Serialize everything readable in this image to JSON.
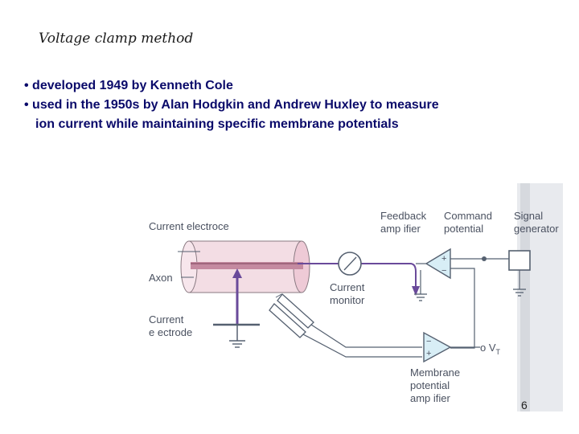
{
  "slide": {
    "title": "Voltage clamp method",
    "bullets": [
      "• developed 1949 by Kenneth Cole",
      "• used in the 1950s by Alan Hodgkin and  Andrew Huxley to measure",
      "ion current while maintaining specific membrane potentials"
    ],
    "page_number": "6"
  },
  "diagram": {
    "labels": {
      "current_electrode_top": "Current electroce",
      "axon": "Axon",
      "current_electrode_bottom_1": "Current",
      "current_electrode_bottom_2": "e ectrode",
      "current_monitor_1": "Current",
      "current_monitor_2": "monitor",
      "feedback_amplifier_1": "Feedback",
      "feedback_amplifier_2": "amp ifier",
      "command_potential_1": "Command",
      "command_potential_2": "potential",
      "signal_generator_1": "Signal",
      "signal_generator_2": "generator",
      "membrane_potential_amplifier_1": "Membrane",
      "membrane_potential_amplifier_2": "potential",
      "membrane_potential_amplifier_3": "amp ifier",
      "vt_output": "o V",
      "vt_subscript": "T",
      "amp_plus": "+",
      "amp_minus": "−"
    },
    "colors": {
      "wire": "#556070",
      "axon_fill": "#f0d4dc",
      "axon_core": "#b07088",
      "arrow": "#6a4a9a",
      "amp_fill": "#d8eef6",
      "scan_edge": "#c8ccd2"
    }
  }
}
